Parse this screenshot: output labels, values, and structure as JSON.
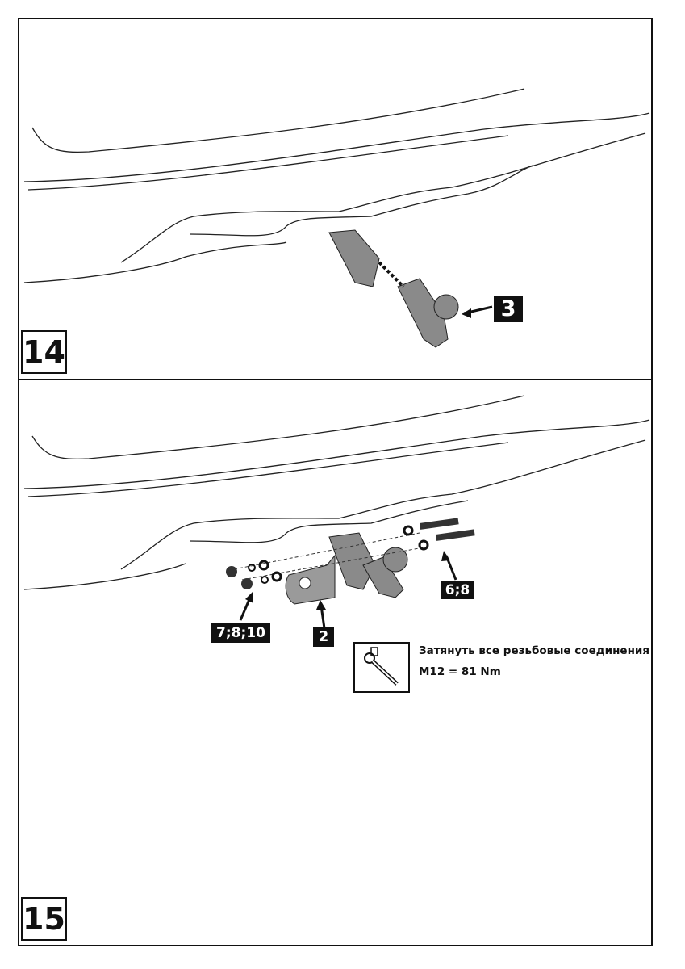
{
  "steps": [
    {
      "number": "14",
      "callouts": [
        "3"
      ]
    },
    {
      "number": "15",
      "callouts": [
        "6;8",
        "7;8;10",
        "2"
      ]
    }
  ],
  "torque_note": {
    "line1": "Затянуть все резьбовые соединения",
    "line2": "M12 = 81 Nm"
  },
  "colors": {
    "line": "#111111",
    "part": "#8a8a8a"
  }
}
